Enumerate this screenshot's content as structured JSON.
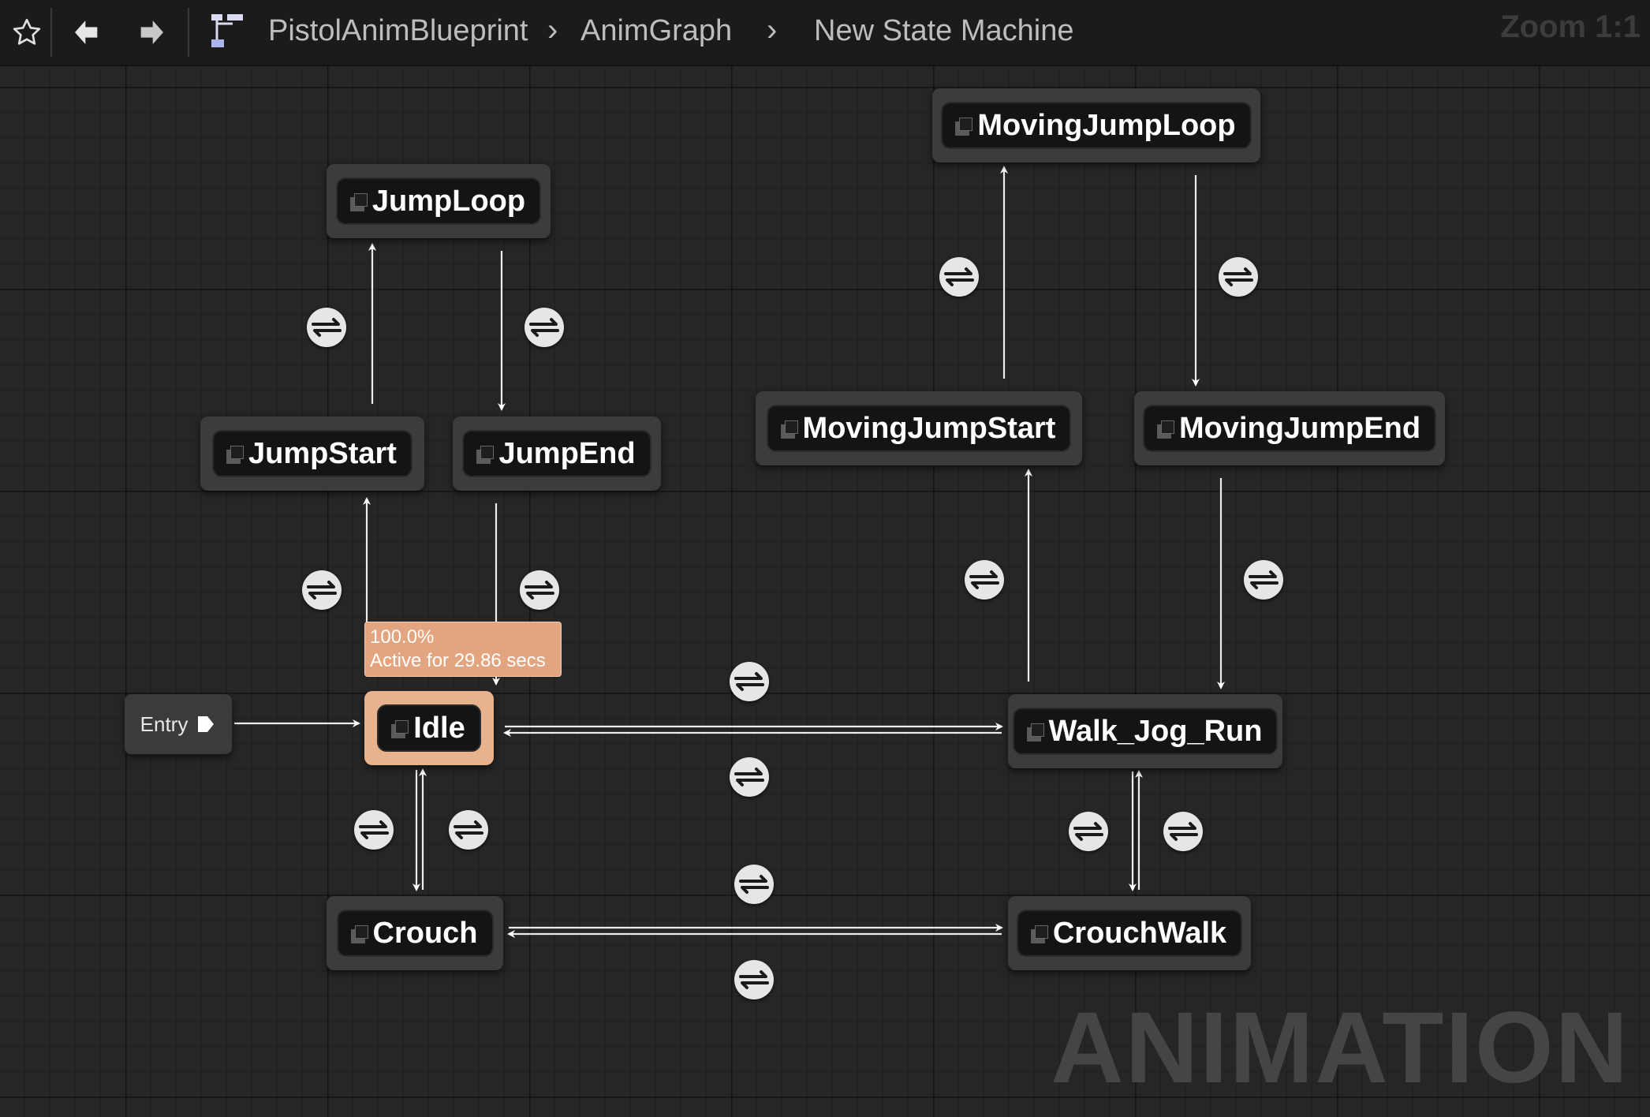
{
  "toolbar": {
    "favorite_icon": "star-icon",
    "back_icon": "arrow-left-icon",
    "forward_icon": "arrow-right-icon",
    "hierarchy_icon": "hierarchy-icon",
    "breadcrumbs": [
      "PistolAnimBlueprint",
      "AnimGraph",
      "New State Machine"
    ],
    "zoom": "Zoom 1:1"
  },
  "graph": {
    "watermark": "ANIMATION",
    "entry_label": "Entry",
    "active_tooltip": {
      "percent": "100.0%",
      "active_text": "Active for 29.86 secs"
    },
    "states": {
      "jump_loop": "JumpLoop",
      "jump_start": "JumpStart",
      "jump_end": "JumpEnd",
      "moving_jump_loop": "MovingJumpLoop",
      "moving_jump_start": "MovingJumpStart",
      "moving_jump_end": "MovingJumpEnd",
      "idle": "Idle",
      "walk_jog_run": "Walk_Jog_Run",
      "crouch": "Crouch",
      "crouch_walk": "CrouchWalk"
    },
    "active_state": "Idle",
    "transition_rule_icon": "transition-rule-icon",
    "colors": {
      "active_state": "#e7b28c",
      "node": "#3c3c3c",
      "background": "#262626"
    }
  }
}
